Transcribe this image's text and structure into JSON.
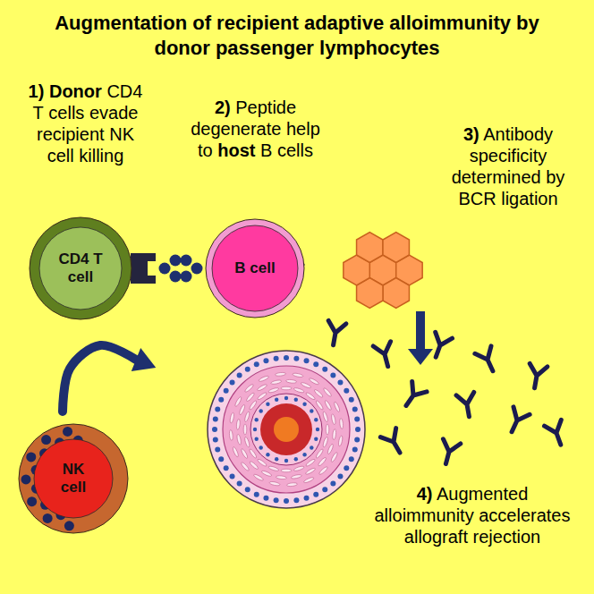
{
  "diagram": {
    "title": "Augmentation of recipient adaptive alloimmunity by donor passenger lymphocytes",
    "nodes": [
      {
        "text": [
          "CD4 T cell"
        ]
      },
      {
        "text": [
          "B cell"
        ]
      },
      {
        "text": [
          "NK cell"
        ]
      }
    ],
    "labels": [
      "1) Donor CD4 T cells evade recipient NK cell killing",
      "2) Peptide degenerate help to host B cells",
      "3) Antibody specificity determined by BCR ligation",
      "4) Augmented alloimmunity accelerates allograft rejection"
    ]
  }
}
